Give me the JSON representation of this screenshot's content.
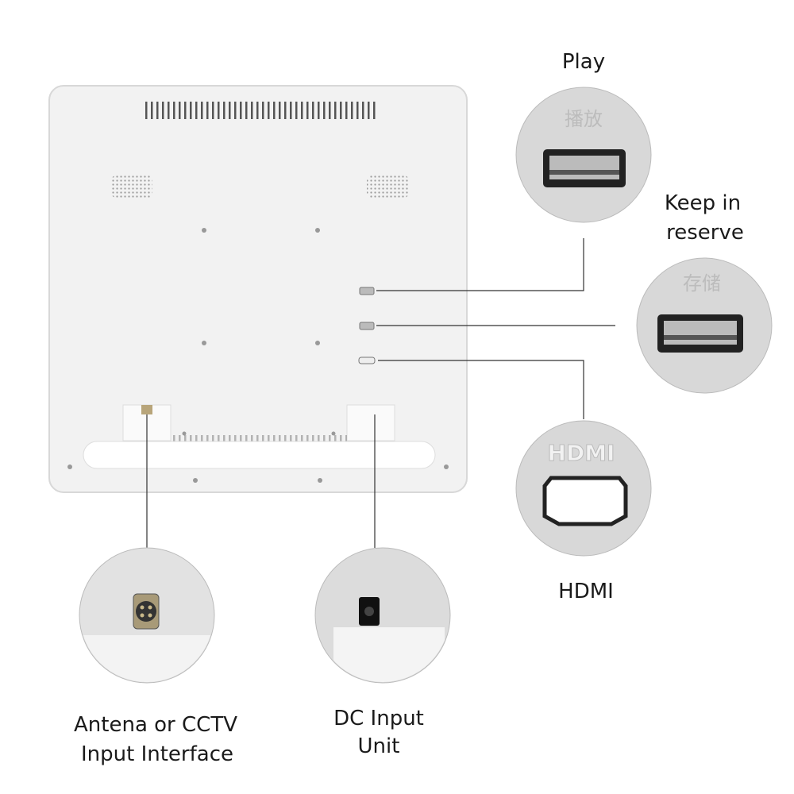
{
  "labels": {
    "play": "Play",
    "reserve_line1": "Keep in",
    "reserve_line2": "reserve",
    "hdmi": "HDMI",
    "antenna_line1": "Antena or CCTV",
    "antenna_line2": "Input Interface",
    "dc_line1": "DC Input",
    "dc_line2": "Unit"
  },
  "port_markings": {
    "play": "播放",
    "reserve": "存储",
    "hdmi": "HDMI"
  },
  "colors": {
    "device": "#f1f1f1",
    "circle_bg": "#d9d9d9",
    "line": "#333333"
  }
}
